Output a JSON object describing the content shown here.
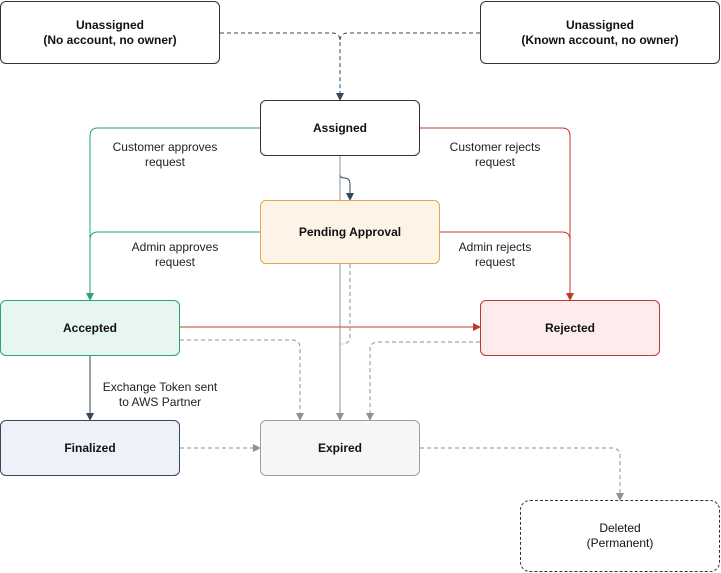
{
  "colors": {
    "default_border": "#333333",
    "pending_fill": "#fdf4e7",
    "pending_border": "#e8a64a",
    "accepted_fill": "#e8f6f1",
    "accepted_border": "#27a37a",
    "rejected_fill": "#fdecec",
    "rejected_border": "#c0392b",
    "finalized_fill": "#eef2f8",
    "finalized_border": "#34495e",
    "expired_fill": "#f6f6f6",
    "expired_border": "#9aa0a0",
    "edge_dark": "#34495e",
    "edge_green": "#27a37a",
    "edge_red": "#c0392b",
    "edge_gray": "#8a9494"
  },
  "nodes": {
    "unassigned_no_account": {
      "line1": "Unassigned",
      "line2": "(No account, no owner)"
    },
    "unassigned_known_account": {
      "line1": "Unassigned",
      "line2": "(Known account, no owner)"
    },
    "assigned": {
      "line1": "Assigned"
    },
    "pending_approval": {
      "line1": "Pending Approval"
    },
    "accepted": {
      "line1": "Accepted"
    },
    "rejected": {
      "line1": "Rejected"
    },
    "finalized": {
      "line1": "Finalized"
    },
    "expired": {
      "line1": "Expired"
    },
    "deleted": {
      "line1": "Deleted",
      "line2": "(Permanent)"
    }
  },
  "edge_labels": {
    "customer_approves": [
      "Customer approves",
      "request"
    ],
    "customer_rejects": [
      "Customer rejects",
      "request"
    ],
    "admin_approves": [
      "Admin approves",
      "request"
    ],
    "admin_rejects": [
      "Admin rejects",
      "request"
    ],
    "exchange_token": [
      "Exchange Token sent",
      "to AWS Partner"
    ]
  }
}
